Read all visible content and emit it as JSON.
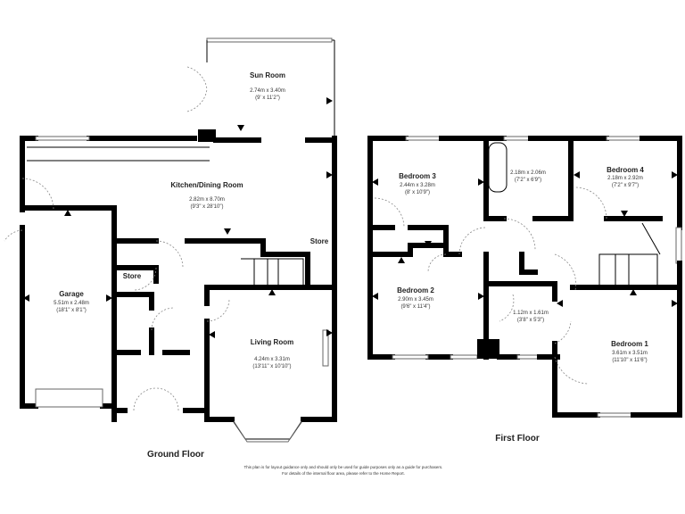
{
  "ground_floor": {
    "label": "Ground Floor",
    "rooms": [
      {
        "name": "Sun Room",
        "dim_m": "2.74m x 3.40m",
        "dim_ft": "(9' x 11'2\")"
      },
      {
        "name": "Kitchen/Dining Room",
        "dim_m": "2.82m x 8.70m",
        "dim_ft": "(9'3\" x 28'10\")"
      },
      {
        "name": "Garage",
        "dim_m": "5.51m x 2.48m",
        "dim_ft": "(18'1\" x 8'1\")"
      },
      {
        "name": "Store"
      },
      {
        "name": "Store"
      },
      {
        "name": "Living Room",
        "dim_m": "4.24m x 3.31m",
        "dim_ft": "(13'11\" x 10'10\")"
      }
    ]
  },
  "first_floor": {
    "label": "First Floor",
    "rooms": [
      {
        "name": "Bedroom 3",
        "dim_m": "2.44m x 3.28m",
        "dim_ft": "(8' x 10'9\")"
      },
      {
        "name": "",
        "dim_m": "2.18m x 2.06m",
        "dim_ft": "(7'2\" x 6'9\")"
      },
      {
        "name": "Bedroom 4",
        "dim_m": "2.18m x 2.92m",
        "dim_ft": "(7'2\" x 9'7\")"
      },
      {
        "name": "Bedroom 2",
        "dim_m": "2.90m x 3.45m",
        "dim_ft": "(9'6\" x 11'4\")"
      },
      {
        "name": "",
        "dim_m": "1.12m x 1.61m",
        "dim_ft": "(3'8\" x 5'3\")"
      },
      {
        "name": "Bedroom 1",
        "dim_m": "3.61m x 3.51m",
        "dim_ft": "(11'10\" x 11'6\")"
      }
    ]
  },
  "disclaimer": {
    "line1": "This plan is for layout guidance only and should only be used for guide purposes only as a guide for purchasers.",
    "line2": "For details of the internal floor area, please refer to the Home Report."
  }
}
